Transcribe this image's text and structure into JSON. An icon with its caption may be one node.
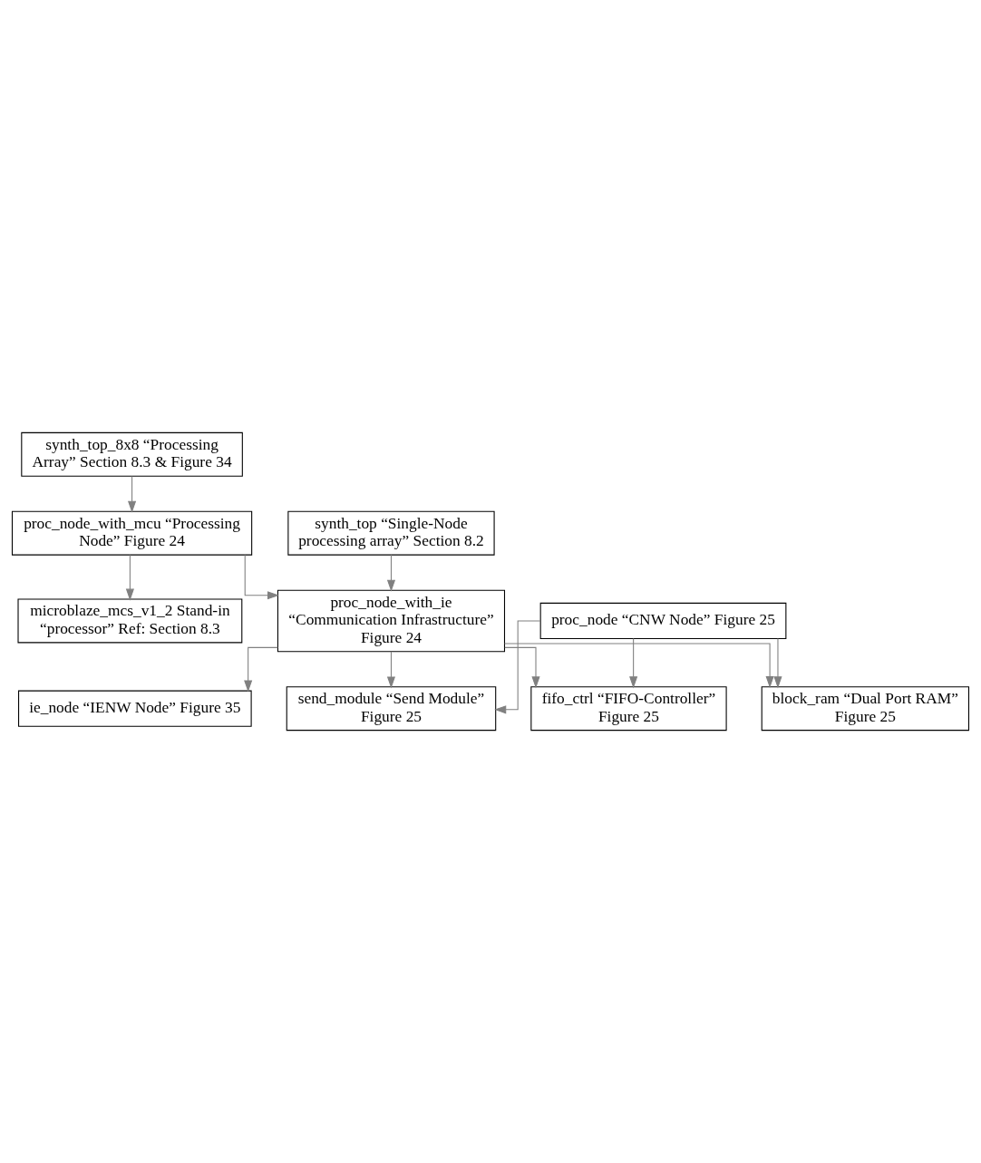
{
  "diagram": {
    "nodes": [
      {
        "text": [
          "synth_top_8x8 “Processing Array” Section 8.3 & Figure 34"
        ]
      },
      {
        "text": [
          "proc_node_with_mcu “Processing Node” Figure 24"
        ]
      },
      {
        "text": [
          "synth_top “Single-Node processing array” Section 8.2"
        ]
      },
      {
        "text": [
          "microblaze_mcs_v1_2 Stand-in “processor” Ref: Section 8.3"
        ]
      },
      {
        "text": [
          "proc_node_with_ie “Communication Infrastructure” Figure 24"
        ]
      },
      {
        "text": [
          "proc_node “CNW Node” Figure 25"
        ]
      },
      {
        "text": [
          "ie_node “IENW Node” Figure 35"
        ]
      },
      {
        "text": [
          "send_module “Send Module” Figure 25"
        ]
      },
      {
        "text": [
          "fifo_ctrl “FIFO-Controller” Figure 25"
        ]
      },
      {
        "text": [
          "block_ram “Dual Port RAM” Figure 25"
        ]
      }
    ],
    "edges": [
      {
        "from": 0,
        "to": 1,
        "arrow": "to"
      },
      {
        "from": 1,
        "to": 3,
        "arrow": "to"
      },
      {
        "from": 1,
        "to": 4,
        "arrow": "to"
      },
      {
        "from": 2,
        "to": 4,
        "arrow": "to"
      },
      {
        "from": 4,
        "to": 6,
        "arrow": "to"
      },
      {
        "from": 4,
        "to": 7,
        "arrow": "to"
      },
      {
        "from": 4,
        "to": 8,
        "arrow": "to"
      },
      {
        "from": 4,
        "to": 9,
        "arrow": "to"
      },
      {
        "from": 5,
        "to": 7,
        "arrow": "to"
      },
      {
        "from": 5,
        "to": 8,
        "arrow": "to"
      },
      {
        "from": 5,
        "to": 9,
        "arrow": "to"
      }
    ]
  }
}
